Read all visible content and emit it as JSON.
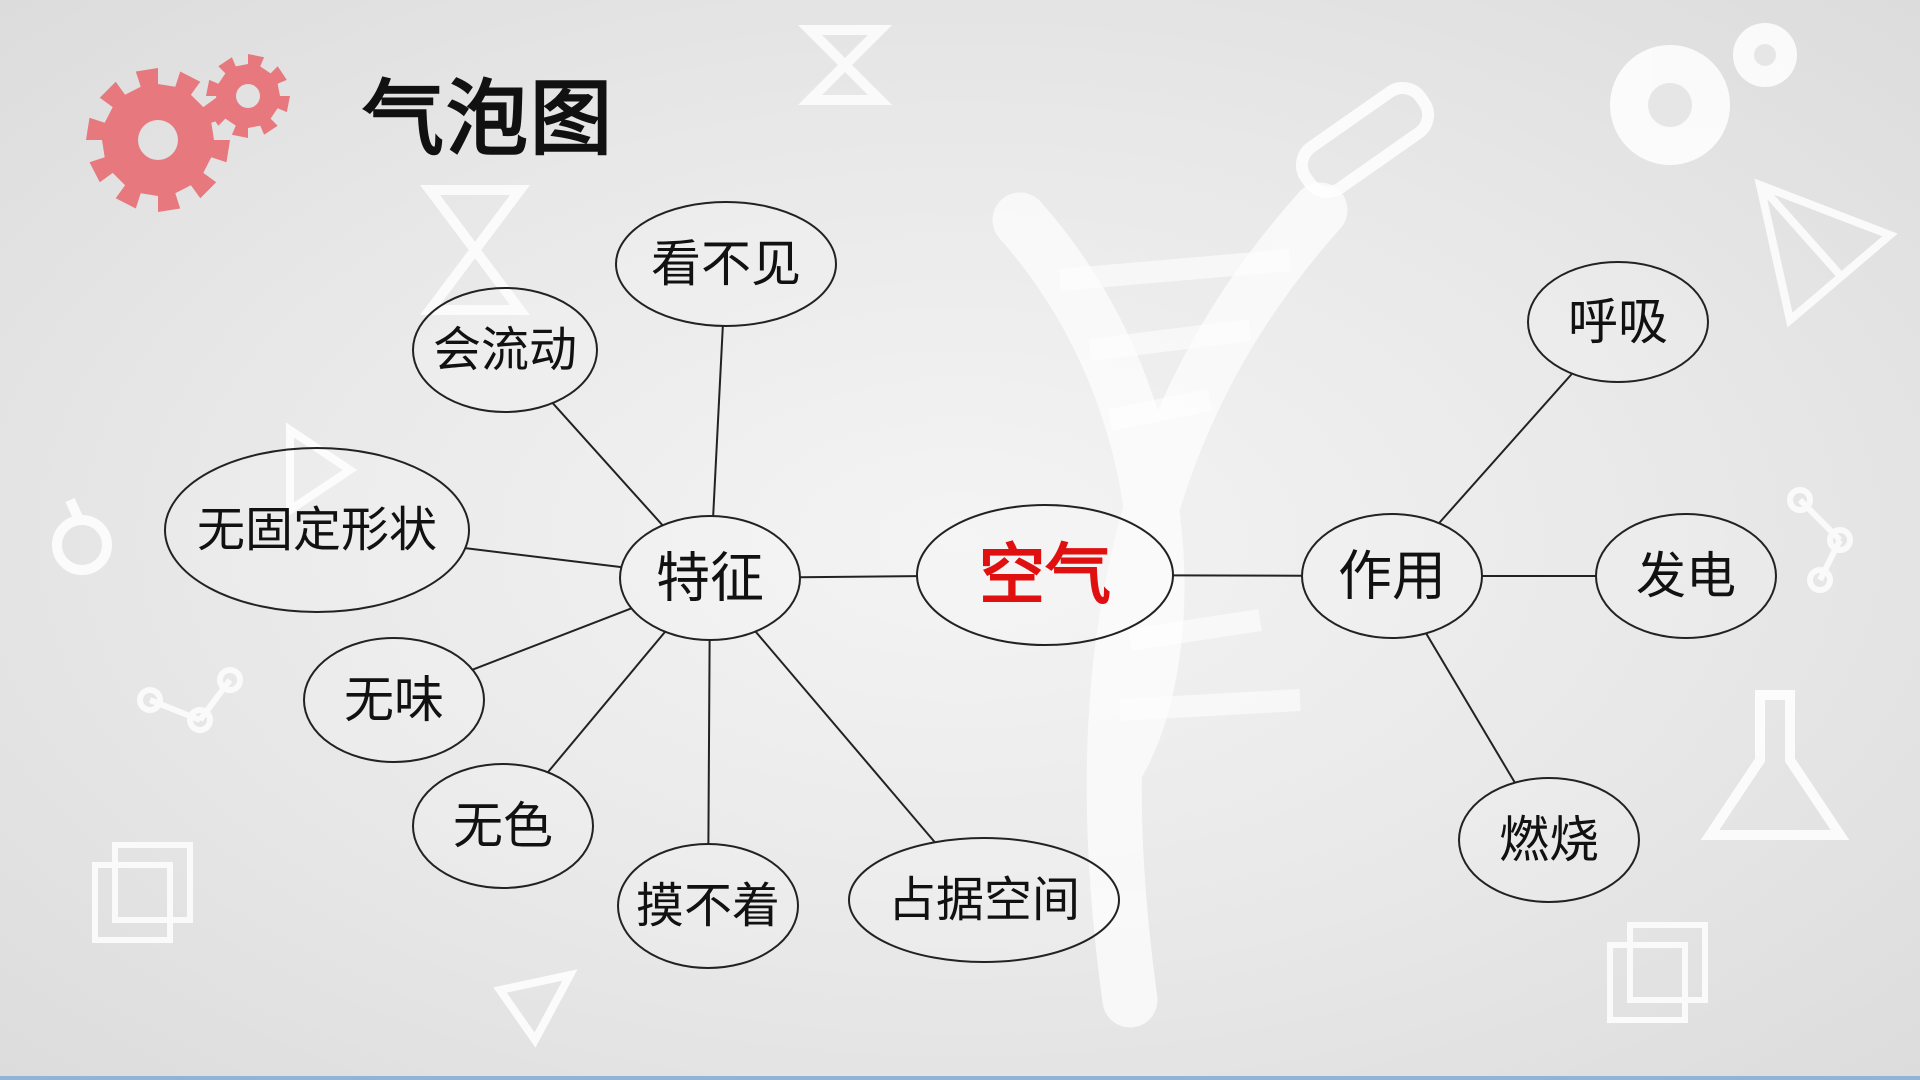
{
  "slide": {
    "title": "气泡图"
  },
  "colors": {
    "center_text": "#e01010",
    "node_text": "#111111",
    "gear": "#e7787d",
    "watermark": "#ffffff"
  },
  "icons": [
    "gear-icon",
    "small-gear-icon",
    "dna-icon",
    "hourglass-icon",
    "test-tube-icon",
    "flask-icon",
    "cube-icon",
    "molecule-icon",
    "triangle-icon"
  ],
  "diagram": {
    "center": "空气",
    "branches": [
      {
        "label": "特征",
        "items": [
          "看不见",
          "会流动",
          "无固定形状",
          "无味",
          "无色",
          "摸不着",
          "占据空间"
        ]
      },
      {
        "label": "作用",
        "items": [
          "呼吸",
          "发电",
          "燃烧"
        ]
      }
    ]
  }
}
